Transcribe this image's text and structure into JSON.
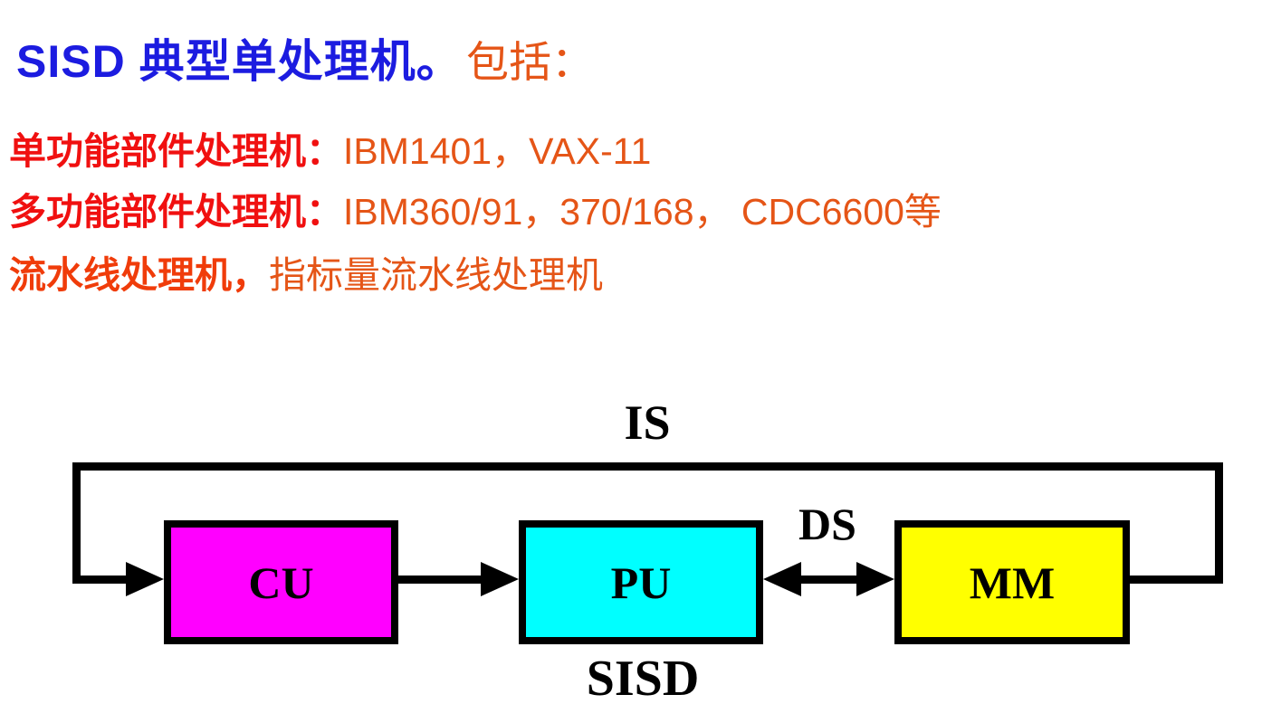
{
  "slide": {
    "title": {
      "main": "SISD 典型单处理机。",
      "suffix": "包括："
    },
    "lines": [
      {
        "head": "单功能部件处理机：",
        "body": "IBM1401，VAX-11"
      },
      {
        "head": "多功能部件处理机：",
        "body": "IBM360/91，370/168， CDC6600等"
      },
      {
        "head": "流水线处理机，",
        "body": "指标量流水线处理机"
      }
    ]
  },
  "diagram": {
    "caption": "SISD",
    "instruction_stream_label": "IS",
    "data_stream_label": "DS",
    "blocks": [
      {
        "id": "cu",
        "label": "CU",
        "fill": "#FF00FF"
      },
      {
        "id": "pu",
        "label": "PU",
        "fill": "#00FFFF"
      },
      {
        "id": "mm",
        "label": "MM",
        "fill": "#FFFF00"
      }
    ],
    "edges": [
      "IS bus: MM → top feedback line → CU (arrow into CU)",
      "CU → PU (arrow)",
      "PU ↔ MM (double-headed arrow labeled DS)"
    ]
  },
  "colors": {
    "title_blue": "#1C1CE0",
    "heading_red": "#F01010",
    "heading_orange_red": "#F03C0A",
    "body_orange": "#E55517",
    "line_black": "#000000",
    "background": "#FFFFFF"
  }
}
